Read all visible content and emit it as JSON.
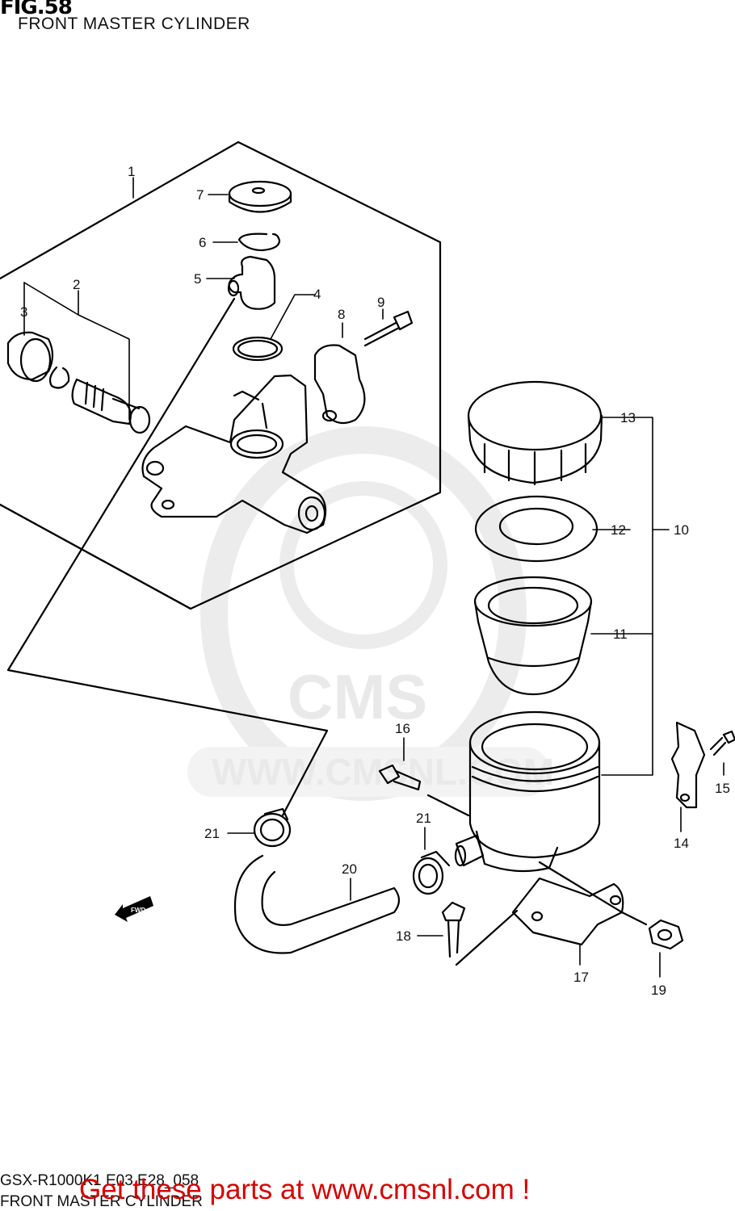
{
  "figure": {
    "number": "FIG.58",
    "title": "FRONT MASTER CYLINDER"
  },
  "watermark": {
    "brand": "CMS",
    "url": "WWW.CMSNL.COM",
    "color": "#e9e9e9"
  },
  "direction_marker": {
    "label": "FWD"
  },
  "callouts": [
    {
      "id": "c1",
      "label": "1"
    },
    {
      "id": "c2",
      "label": "2"
    },
    {
      "id": "c3",
      "label": "3"
    },
    {
      "id": "c4",
      "label": "4"
    },
    {
      "id": "c5",
      "label": "5"
    },
    {
      "id": "c6",
      "label": "6"
    },
    {
      "id": "c7",
      "label": "7"
    },
    {
      "id": "c8",
      "label": "8"
    },
    {
      "id": "c9",
      "label": "9"
    },
    {
      "id": "c10",
      "label": "10"
    },
    {
      "id": "c11",
      "label": "11"
    },
    {
      "id": "c12",
      "label": "12"
    },
    {
      "id": "c13",
      "label": "13"
    },
    {
      "id": "c14",
      "label": "14"
    },
    {
      "id": "c15",
      "label": "15"
    },
    {
      "id": "c16",
      "label": "16"
    },
    {
      "id": "c17",
      "label": "17"
    },
    {
      "id": "c18",
      "label": "18"
    },
    {
      "id": "c19",
      "label": "19"
    },
    {
      "id": "c20",
      "label": "20"
    },
    {
      "id": "c21a",
      "label": "21"
    },
    {
      "id": "c21b",
      "label": "21"
    }
  ],
  "footer": {
    "model_code": "GSX-R1000K1 E03 E28_058",
    "subtitle": "FRONT MASTER CYLINDER",
    "cta_text": "Get these parts at www.cmsnl.com !",
    "cta_color": "#d40000"
  }
}
